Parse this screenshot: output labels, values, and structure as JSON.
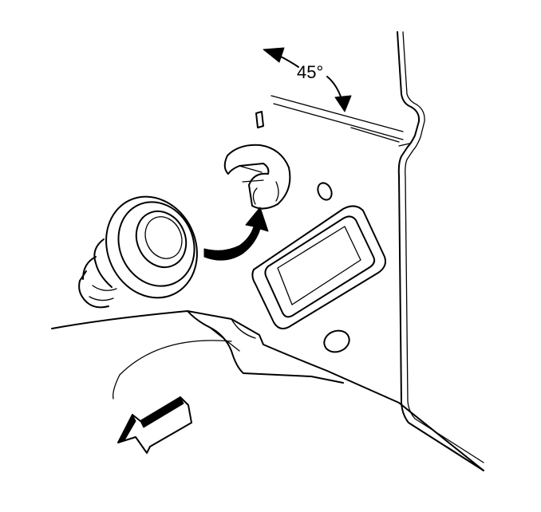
{
  "diagram": {
    "rotation_label": "45°"
  },
  "colors": {
    "line": "#000000",
    "background": "#ffffff"
  },
  "icons": {
    "rotation_arrow": "double-headed-curved-arrow",
    "install_arrow": "curved-arrow",
    "direction_arrow": "forward-block-arrow"
  }
}
